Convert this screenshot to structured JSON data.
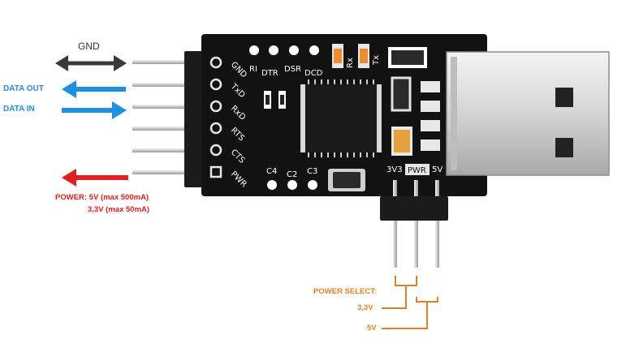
{
  "signals": {
    "gnd": "GND",
    "data_out": "DATA OUT",
    "data_in": "DATA IN",
    "power_line1": "POWER: 5V (max 500mA)",
    "power_line2": "3,3V (max 50mA)"
  },
  "pin_labels": [
    "GND",
    "TxD",
    "RxD",
    "RTS",
    "CTS",
    "PWR"
  ],
  "top_labels": [
    "RI",
    "DTR",
    "DSR",
    "DCD"
  ],
  "led_labels": [
    "Rx",
    "Tx"
  ],
  "cap_labels": [
    "C4",
    "C2",
    "C3"
  ],
  "power_header_labels": [
    "3V3",
    "PWR",
    "5V"
  ],
  "power_select": {
    "title": "POWER SELECT:",
    "option_33": "3,3V",
    "option_5": "5V"
  },
  "colors": {
    "gnd_arrow": "#3a3a3a",
    "data_arrow": "#1e90e0",
    "power_arrow": "#e02020",
    "select_line": "#d9822b",
    "pcb": "#111111"
  }
}
